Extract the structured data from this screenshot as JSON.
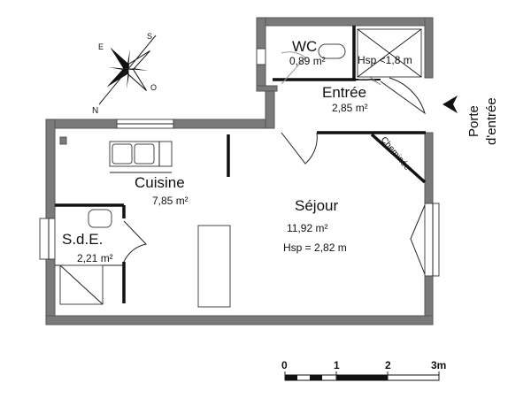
{
  "plan": {
    "rooms": [
      {
        "name": "WC",
        "area": "0,89 m²"
      },
      {
        "name": "Entrée",
        "area": "2,85 m²"
      },
      {
        "name": "Cuisine",
        "area": "7,85 m²"
      },
      {
        "name": "Séjour",
        "area": "11,92 m²",
        "height": "Hsp = 2,82 m"
      },
      {
        "name": "S.d.E.",
        "area": "2,21 m²"
      }
    ],
    "closet_height": "Hsp <1,8 m",
    "chimney": "Cheminée",
    "entrance_line1": "Porte",
    "entrance_line2": "d'entrée",
    "compass": {
      "n": "N",
      "s": "S",
      "e": "E",
      "o": "O"
    },
    "scale": {
      "t0": "0",
      "t1": "1",
      "t2": "2",
      "t3": "3m"
    }
  }
}
